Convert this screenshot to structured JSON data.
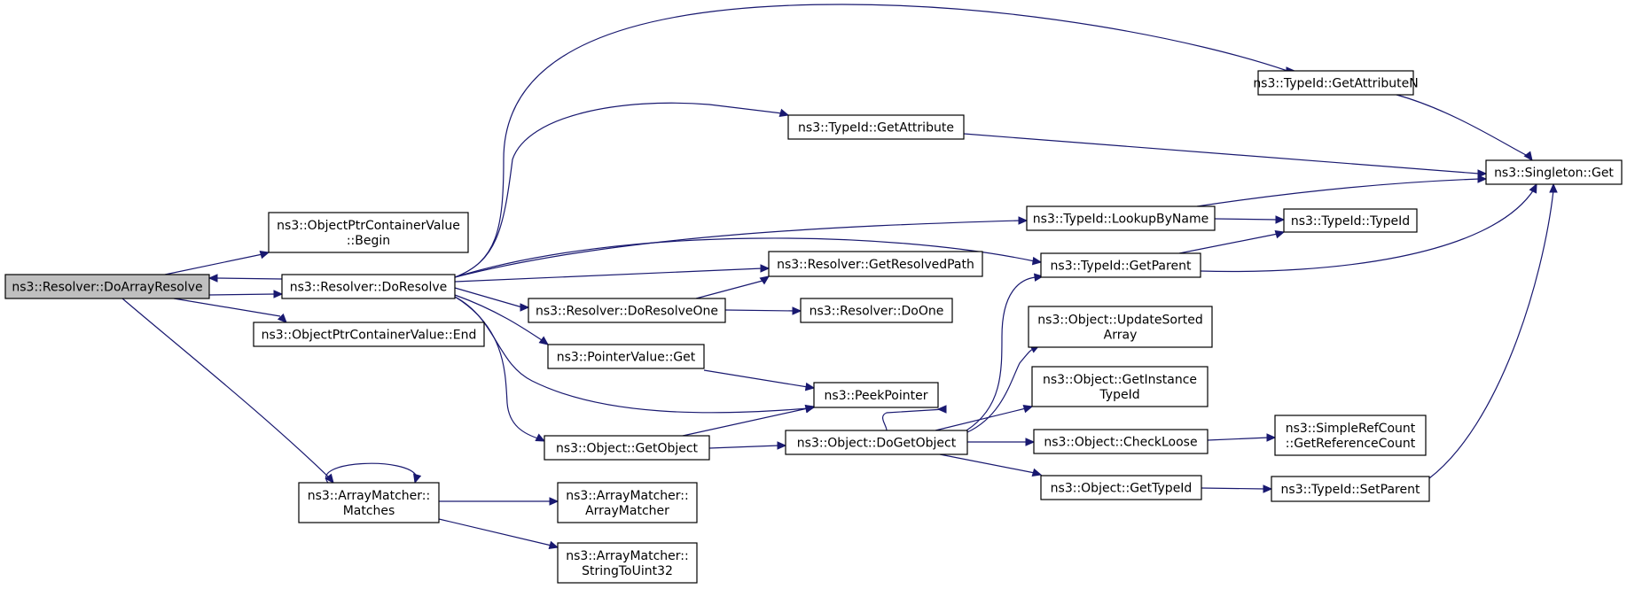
{
  "diagram": {
    "nodes": [
      {
        "id": "n_doarrayresolve",
        "lines": [
          "ns3::Resolver::DoArrayResolve"
        ],
        "root": true
      },
      {
        "id": "n_optrbegin",
        "lines": [
          "ns3::ObjectPtrContainerValue",
          "::Begin"
        ]
      },
      {
        "id": "n_doresolve",
        "lines": [
          "ns3::Resolver::DoResolve"
        ]
      },
      {
        "id": "n_optrend",
        "lines": [
          "ns3::ObjectPtrContainerValue::End"
        ]
      },
      {
        "id": "n_arraymatches",
        "lines": [
          "ns3::ArrayMatcher::",
          "Matches"
        ]
      },
      {
        "id": "n_arraymatcher",
        "lines": [
          "ns3::ArrayMatcher::",
          "ArrayMatcher"
        ]
      },
      {
        "id": "n_stringtouint32",
        "lines": [
          "ns3::ArrayMatcher::",
          "StringToUint32"
        ]
      },
      {
        "id": "n_getattributen",
        "lines": [
          "ns3::TypeId::GetAttributeN"
        ]
      },
      {
        "id": "n_getattribute",
        "lines": [
          "ns3::TypeId::GetAttribute"
        ]
      },
      {
        "id": "n_singletonget",
        "lines": [
          "ns3::Singleton::Get"
        ]
      },
      {
        "id": "n_lookupbyname",
        "lines": [
          "ns3::TypeId::LookupByName"
        ]
      },
      {
        "id": "n_typeid",
        "lines": [
          "ns3::TypeId::TypeId"
        ]
      },
      {
        "id": "n_getparent",
        "lines": [
          "ns3::TypeId::GetParent"
        ]
      },
      {
        "id": "n_getresolvedpath",
        "lines": [
          "ns3::Resolver::GetResolvedPath"
        ]
      },
      {
        "id": "n_doresolveone",
        "lines": [
          "ns3::Resolver::DoResolveOne"
        ]
      },
      {
        "id": "n_doone",
        "lines": [
          "ns3::Resolver::DoOne"
        ]
      },
      {
        "id": "n_pointervalueget",
        "lines": [
          "ns3::PointerValue::Get"
        ]
      },
      {
        "id": "n_peekpointer",
        "lines": [
          "ns3::PeekPointer"
        ]
      },
      {
        "id": "n_getobject",
        "lines": [
          "ns3::Object::GetObject"
        ]
      },
      {
        "id": "n_dogetobject",
        "lines": [
          "ns3::Object::DoGetObject"
        ]
      },
      {
        "id": "n_updatesorted",
        "lines": [
          "ns3::Object::UpdateSorted",
          "Array"
        ]
      },
      {
        "id": "n_getinstance",
        "lines": [
          "ns3::Object::GetInstance",
          "TypeId"
        ]
      },
      {
        "id": "n_checkloose",
        "lines": [
          "ns3::Object::CheckLoose"
        ]
      },
      {
        "id": "n_getreferencecount",
        "lines": [
          "ns3::SimpleRefCount",
          "::GetReferenceCount"
        ]
      },
      {
        "id": "n_gettypeid",
        "lines": [
          "ns3::Object::GetTypeId"
        ]
      },
      {
        "id": "n_setparent",
        "lines": [
          "ns3::TypeId::SetParent"
        ]
      }
    ],
    "edges": [
      {
        "from": "n_doarrayresolve",
        "to": "n_optrbegin"
      },
      {
        "from": "n_doarrayresolve",
        "to": "n_doresolve"
      },
      {
        "from": "n_doarrayresolve",
        "to": "n_optrend"
      },
      {
        "from": "n_doarrayresolve",
        "to": "n_arraymatches"
      },
      {
        "from": "n_doresolve",
        "to": "n_doarrayresolve"
      },
      {
        "from": "n_doresolve",
        "to": "n_getattributen"
      },
      {
        "from": "n_doresolve",
        "to": "n_getattribute"
      },
      {
        "from": "n_doresolve",
        "to": "n_lookupbyname"
      },
      {
        "from": "n_doresolve",
        "to": "n_getparent"
      },
      {
        "from": "n_doresolve",
        "to": "n_getresolvedpath"
      },
      {
        "from": "n_doresolve",
        "to": "n_doresolveone"
      },
      {
        "from": "n_doresolve",
        "to": "n_pointervalueget"
      },
      {
        "from": "n_doresolve",
        "to": "n_peekpointer"
      },
      {
        "from": "n_doresolve",
        "to": "n_getobject"
      },
      {
        "from": "n_getattributen",
        "to": "n_singletonget"
      },
      {
        "from": "n_getattribute",
        "to": "n_singletonget"
      },
      {
        "from": "n_lookupbyname",
        "to": "n_singletonget"
      },
      {
        "from": "n_lookupbyname",
        "to": "n_typeid"
      },
      {
        "from": "n_getparent",
        "to": "n_typeid"
      },
      {
        "from": "n_getparent",
        "to": "n_singletonget"
      },
      {
        "from": "n_doresolveone",
        "to": "n_getresolvedpath"
      },
      {
        "from": "n_doresolveone",
        "to": "n_doone"
      },
      {
        "from": "n_pointervalueget",
        "to": "n_peekpointer"
      },
      {
        "from": "n_getobject",
        "to": "n_peekpointer"
      },
      {
        "from": "n_getobject",
        "to": "n_dogetobject"
      },
      {
        "from": "n_dogetobject",
        "to": "n_peekpointer"
      },
      {
        "from": "n_dogetobject",
        "to": "n_getparent"
      },
      {
        "from": "n_dogetobject",
        "to": "n_updatesorted"
      },
      {
        "from": "n_dogetobject",
        "to": "n_getinstance"
      },
      {
        "from": "n_dogetobject",
        "to": "n_checkloose"
      },
      {
        "from": "n_dogetobject",
        "to": "n_gettypeid"
      },
      {
        "from": "n_checkloose",
        "to": "n_getreferencecount"
      },
      {
        "from": "n_gettypeid",
        "to": "n_setparent"
      },
      {
        "from": "n_setparent",
        "to": "n_singletonget"
      },
      {
        "from": "n_arraymatches",
        "to": "n_arraymatches"
      },
      {
        "from": "n_arraymatches",
        "to": "n_arraymatcher"
      },
      {
        "from": "n_arraymatches",
        "to": "n_stringtouint32"
      }
    ]
  }
}
